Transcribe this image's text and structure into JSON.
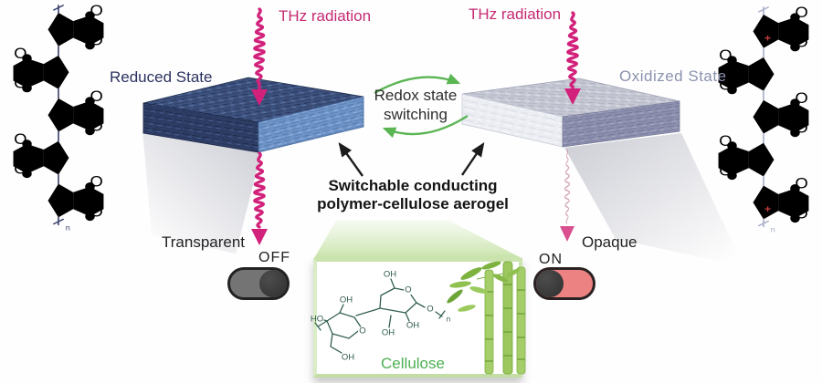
{
  "scene": {
    "left": {
      "thz_label": "THz radiation",
      "state_label": "Reduced State",
      "result_label": "Transparent",
      "switch_label": "OFF"
    },
    "right": {
      "thz_label": "THz radiation",
      "state_label": "Oxidized State",
      "result_label": "Opaque",
      "switch_label": "ON"
    },
    "center": {
      "redox_label": "Redox state\nswitching",
      "caption": "Switchable conducting\npolymer-cellulose aerogel",
      "cellulose_label": "Cellulose"
    }
  },
  "chem": {
    "oxygen": "O",
    "hydroxyl": "OH",
    "hydroxyl_reversed": "HO",
    "repeat_subscript": "n",
    "radical_cation": "+"
  },
  "icons": {
    "thz_pulse": "wave-packet-arrow-icon",
    "redox_cycle": "circular-arrows-icon",
    "toggle_off": "switch-off-icon",
    "toggle_on": "switch-on-icon"
  },
  "colors": {
    "thz_magenta": "#d2217b",
    "reduced_navy": "#2b3260",
    "oxidized_slate": "#8a92ae",
    "redox_arrow_green": "#5ab553",
    "cellulose_green": "#4daf52",
    "bamboo_green": "#8fc050",
    "toggle_off_track": "#747474",
    "toggle_on_track": "#ec8282",
    "toggle_knob": "#383838",
    "slab_reduced_blue": "#3e527f",
    "slab_oxidized_gray": "#c6c8d3"
  }
}
